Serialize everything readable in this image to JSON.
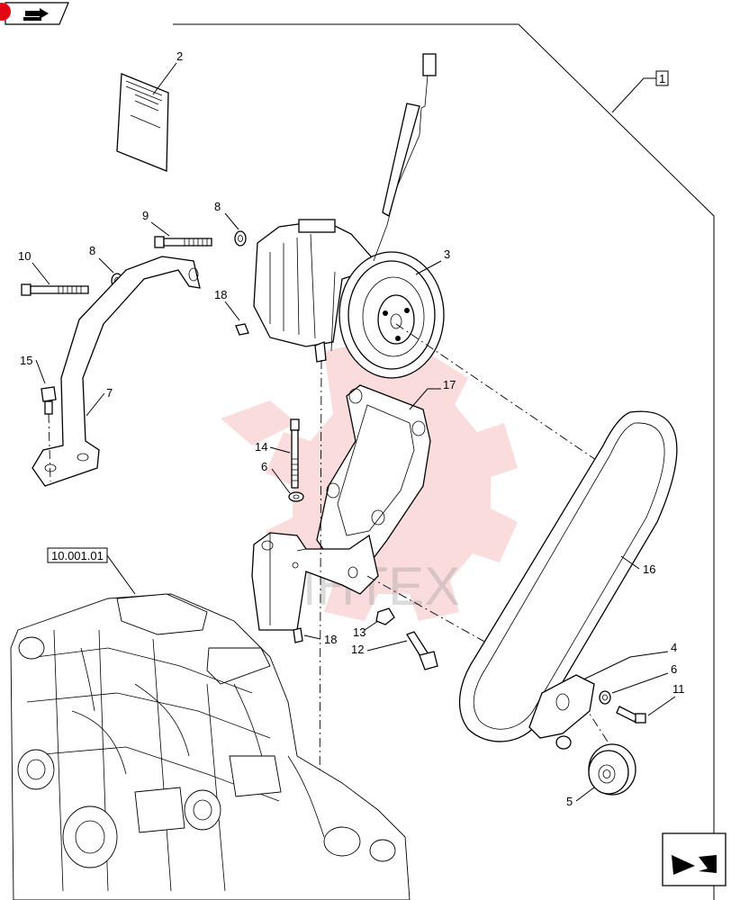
{
  "nav": {
    "back_glyph": "▶",
    "forward_glyph": "▶"
  },
  "callouts": {
    "c1": "1",
    "c2": "2",
    "c3": "3",
    "c4": "4",
    "c5": "5",
    "c6a": "6",
    "c6b": "6",
    "c7": "7",
    "c8a": "8",
    "c8b": "8",
    "c9": "9",
    "c10": "10",
    "c11": "11",
    "c12": "12",
    "c13": "13",
    "c14": "14",
    "c15": "15",
    "c16": "16",
    "c17": "17",
    "c18a": "18",
    "c18b": "18"
  },
  "reference_box": "10.001.01",
  "watermark": "ИНТЕХ",
  "colors": {
    "badge": "#e30613",
    "line": "#000000",
    "watermark": "#e8262b"
  },
  "icons": [
    "corner-back-nav-icon",
    "next-page-arrow-icon"
  ]
}
